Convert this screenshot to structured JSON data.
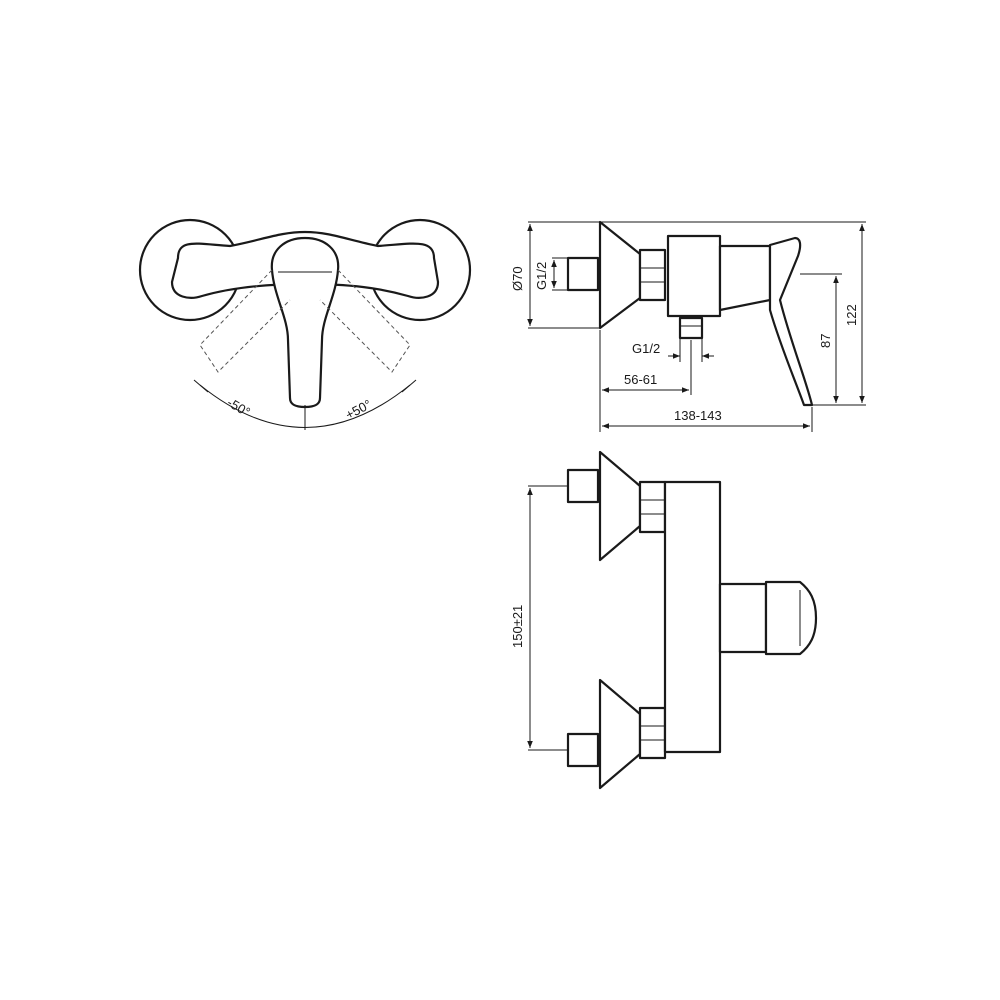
{
  "colors": {
    "line": "#1a1a1a",
    "hidden_line": "#555555",
    "background": "#ffffff"
  },
  "annotations": {
    "front": {
      "minus_angle": "-50°",
      "plus_angle": "+50°"
    },
    "side": {
      "diameter": "Ø70",
      "thread_inlet": "G1/2",
      "thread_outlet": "G1/2",
      "outlet_depth": "56-61",
      "total_depth": "138-143",
      "lever_height": "87",
      "total_height": "122"
    },
    "top": {
      "center_distance": "150±21"
    }
  }
}
